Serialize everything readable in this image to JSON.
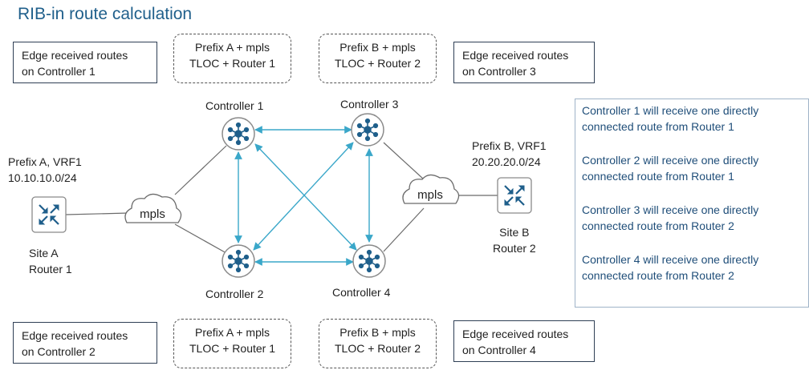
{
  "title": "RIB-in route calculation",
  "top_boxes": {
    "edge1": [
      "Edge received routes",
      "on Controller 1"
    ],
    "prefix_a_top": [
      "Prefix A + mpls",
      "TLOC + Router 1"
    ],
    "prefix_b_top": [
      "Prefix B + mpls",
      "TLOC + Router 2"
    ],
    "edge3": [
      "Edge received routes",
      "on Controller 3"
    ]
  },
  "bottom_boxes": {
    "edge2": [
      "Edge received routes",
      "on Controller 2"
    ],
    "prefix_a_bottom": [
      "Prefix A + mpls",
      "TLOC + Router 1"
    ],
    "prefix_b_bottom": [
      "Prefix B + mpls",
      "TLOC + Router 2"
    ],
    "edge4": [
      "Edge received routes",
      "on Controller 4"
    ]
  },
  "controllers": {
    "c1": "Controller 1",
    "c2": "Controller 2",
    "c3": "Controller 3",
    "c4": "Controller 4"
  },
  "site_a": {
    "prefix": [
      "Prefix A, VRF1",
      "10.10.10.0/24"
    ],
    "site": [
      "Site A",
      "Router 1"
    ]
  },
  "site_b": {
    "prefix": [
      "Prefix B, VRF1",
      "20.20.20.0/24"
    ],
    "site": [
      "Site B",
      "Router 2"
    ]
  },
  "clouds": {
    "left": "mpls",
    "right": "mpls"
  },
  "info": [
    [
      "Controller 1 will receive one directly",
      "connected route from Router 1"
    ],
    [
      "Controller 2 will receive one directly",
      "connected route from Router 1"
    ],
    [
      "Controller 3 will receive one directly",
      "connected route from Router 2"
    ],
    [
      "Controller 4 will receive one directly",
      "connected route from Router 2"
    ]
  ],
  "colors": {
    "title": "#1f5f8b",
    "arrow": "#3aa7c9",
    "link": "#6b6b6b",
    "node": "#1f5f8b",
    "info_text": "#1f4e79"
  },
  "icons": {
    "controller": "hub-node-icon",
    "router": "router-cross-arrows-icon",
    "cloud": "cloud-icon"
  }
}
